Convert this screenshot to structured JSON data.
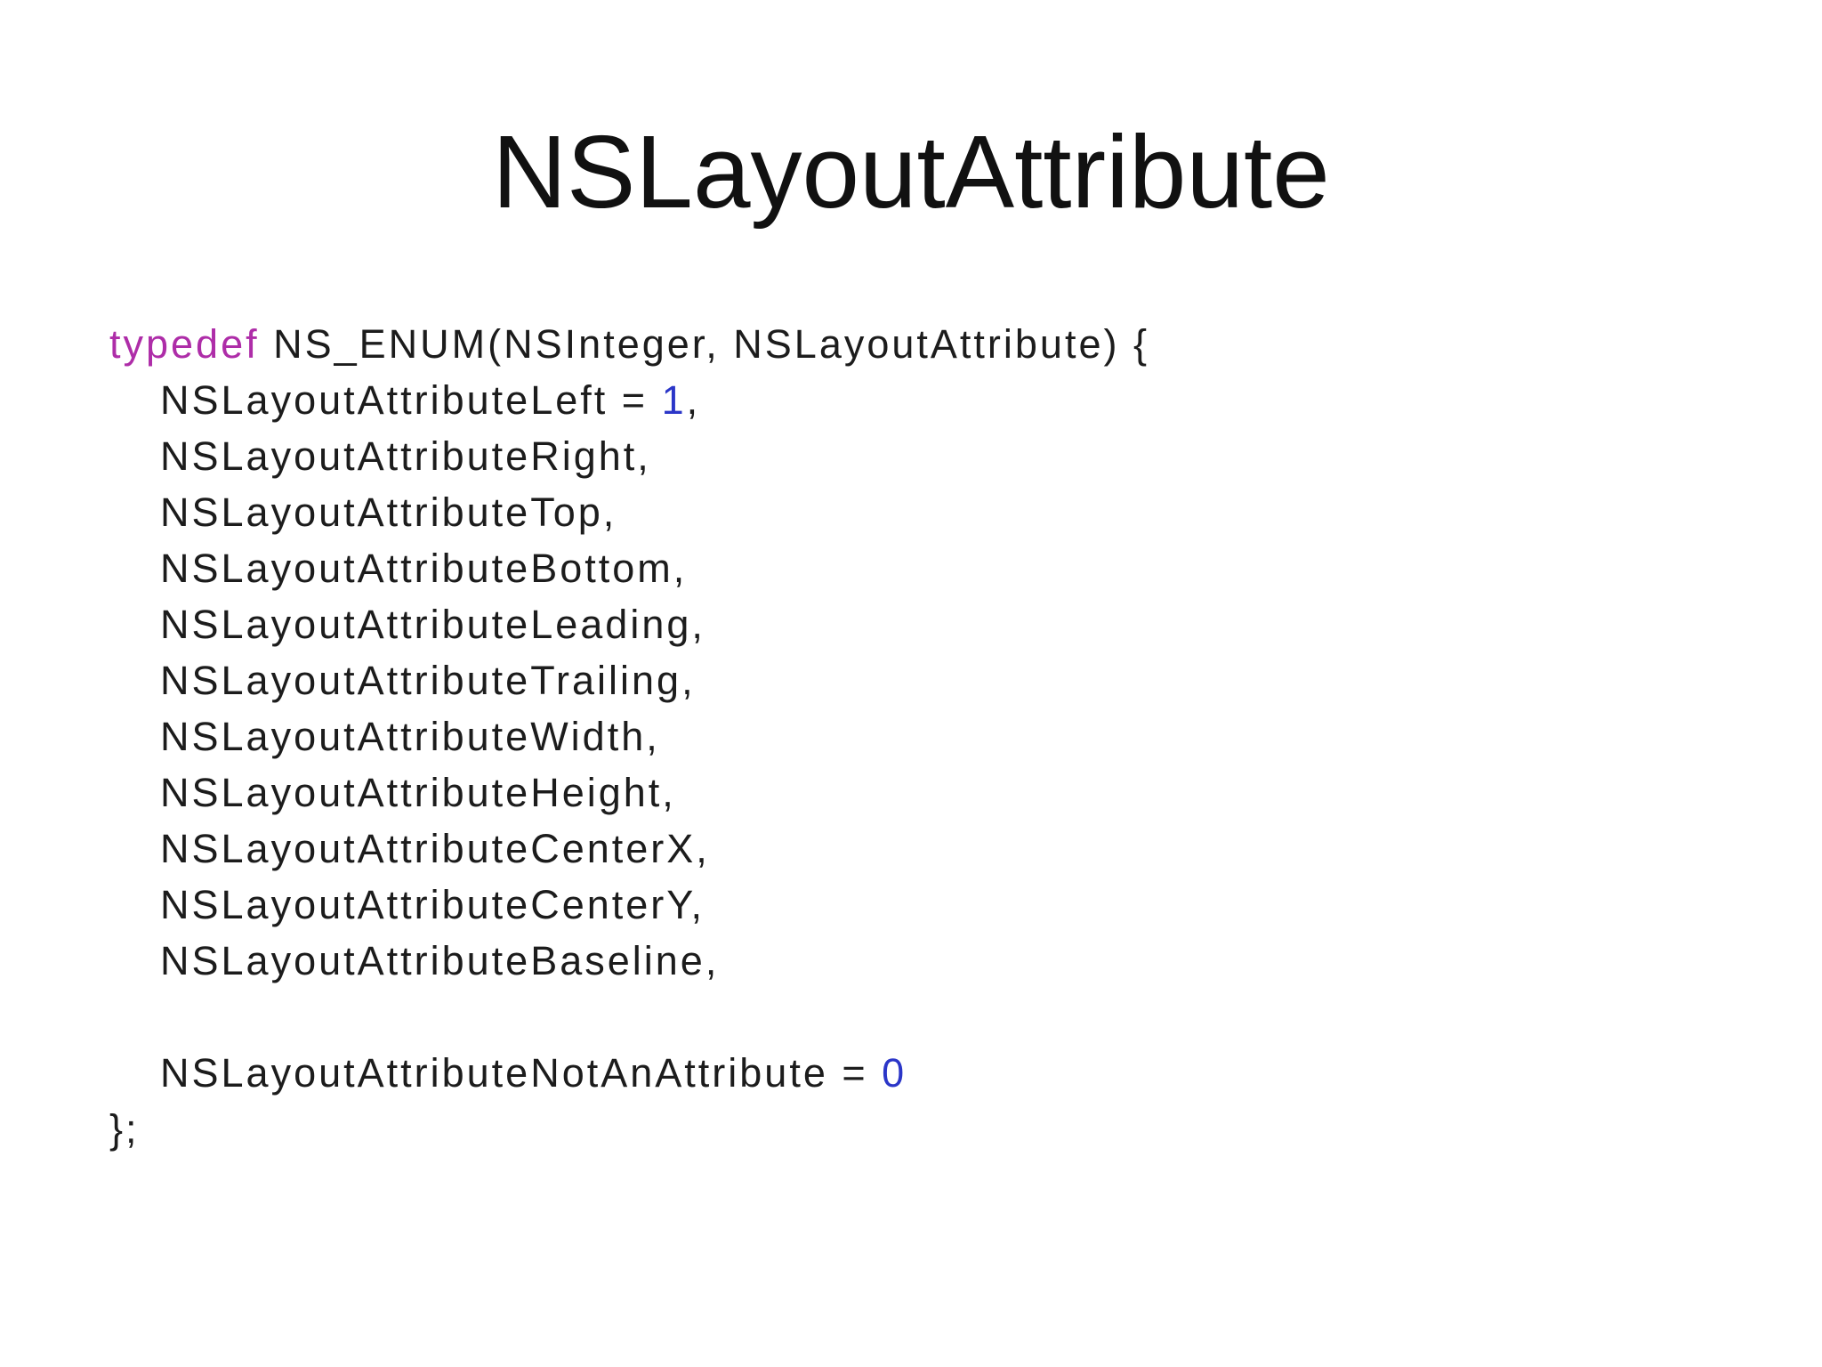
{
  "slide": {
    "title": "NSLayoutAttribute",
    "colors": {
      "background": "#ffffff",
      "title_text": "#111111",
      "code_text": "#1c1c1c",
      "keyword": "#ae2da8",
      "number": "#2b36c8"
    },
    "code": {
      "lines": [
        {
          "indent": 0,
          "segments": [
            {
              "style": "keyword",
              "text": "typedef"
            },
            {
              "style": "plain",
              "text": " NS_ENUM(NSInteger, NSLayoutAttribute) {"
            }
          ]
        },
        {
          "indent": 1,
          "segments": [
            {
              "style": "plain",
              "text": "NSLayoutAttributeLeft = "
            },
            {
              "style": "number",
              "text": "1"
            },
            {
              "style": "plain",
              "text": ","
            }
          ]
        },
        {
          "indent": 1,
          "segments": [
            {
              "style": "plain",
              "text": "NSLayoutAttributeRight,"
            }
          ]
        },
        {
          "indent": 1,
          "segments": [
            {
              "style": "plain",
              "text": "NSLayoutAttributeTop,"
            }
          ]
        },
        {
          "indent": 1,
          "segments": [
            {
              "style": "plain",
              "text": "NSLayoutAttributeBottom,"
            }
          ]
        },
        {
          "indent": 1,
          "segments": [
            {
              "style": "plain",
              "text": "NSLayoutAttributeLeading,"
            }
          ]
        },
        {
          "indent": 1,
          "segments": [
            {
              "style": "plain",
              "text": "NSLayoutAttributeTrailing,"
            }
          ]
        },
        {
          "indent": 1,
          "segments": [
            {
              "style": "plain",
              "text": "NSLayoutAttributeWidth,"
            }
          ]
        },
        {
          "indent": 1,
          "segments": [
            {
              "style": "plain",
              "text": "NSLayoutAttributeHeight,"
            }
          ]
        },
        {
          "indent": 1,
          "segments": [
            {
              "style": "plain",
              "text": "NSLayoutAttributeCenterX,"
            }
          ]
        },
        {
          "indent": 1,
          "segments": [
            {
              "style": "plain",
              "text": "NSLayoutAttributeCenterY,"
            }
          ]
        },
        {
          "indent": 1,
          "segments": [
            {
              "style": "plain",
              "text": "NSLayoutAttributeBaseline,"
            }
          ]
        },
        {
          "indent": 0,
          "segments": []
        },
        {
          "indent": 1,
          "segments": [
            {
              "style": "plain",
              "text": "NSLayoutAttributeNotAnAttribute = "
            },
            {
              "style": "number",
              "text": "0"
            }
          ]
        },
        {
          "indent": 0,
          "segments": [
            {
              "style": "plain",
              "text": "};"
            }
          ]
        }
      ]
    }
  }
}
